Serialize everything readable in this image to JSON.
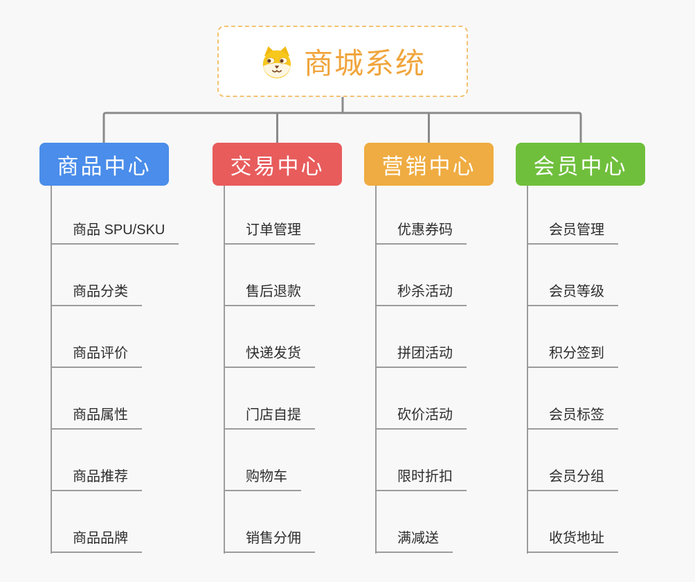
{
  "page": {
    "background_color": "#f8f8f8",
    "connector_color": "#8a8a8a",
    "underline_color": "#9b9b9b"
  },
  "root": {
    "title": "商城系统",
    "title_color": "#f0a53c",
    "border_color": "#f3c273",
    "logo_icon": "shiba-dog-face-icon"
  },
  "branches": [
    {
      "label": "商品中心",
      "color": "#4a8dea",
      "items": [
        "商品 SPU/SKU",
        "商品分类",
        "商品评价",
        "商品属性",
        "商品推荐",
        "商品品牌"
      ]
    },
    {
      "label": "交易中心",
      "color": "#e85c5c",
      "items": [
        "订单管理",
        "售后退款",
        "快递发货",
        "门店自提",
        "购物车",
        "销售分佣"
      ]
    },
    {
      "label": "营销中心",
      "color": "#efac42",
      "items": [
        "优惠券码",
        "秒杀活动",
        "拼团活动",
        "砍价活动",
        "限时折扣",
        "满减送"
      ]
    },
    {
      "label": "会员中心",
      "color": "#6fbf3c",
      "items": [
        "会员管理",
        "会员等级",
        "积分签到",
        "会员标签",
        "会员分组",
        "收货地址"
      ]
    }
  ]
}
